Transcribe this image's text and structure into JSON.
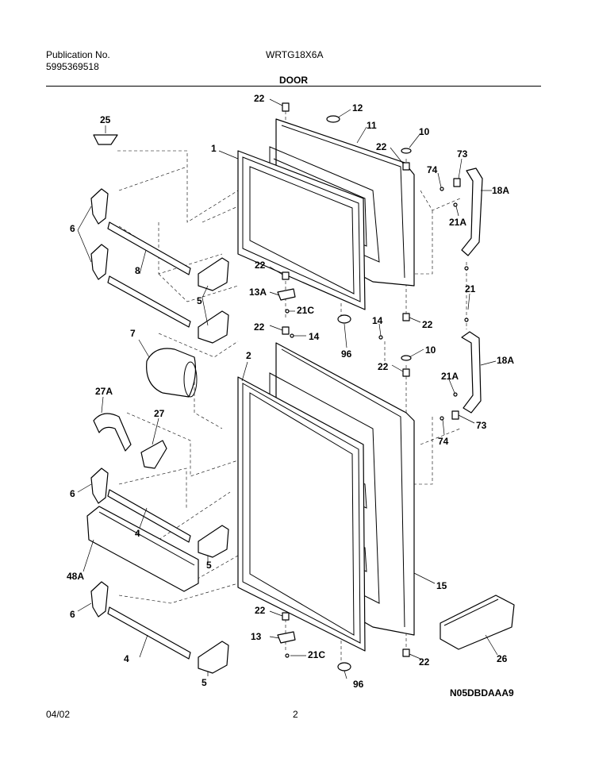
{
  "header": {
    "publication_label": "Publication No.",
    "publication_number": "5995369518",
    "model": "WRTG18X6A",
    "section": "DOOR"
  },
  "footer": {
    "date": "04/02",
    "page": "2",
    "diagram_code": "N05DBDAAA9"
  },
  "callouts": {
    "c25": "25",
    "c1": "1",
    "c22a": "22",
    "c12": "12",
    "c11": "11",
    "c10a": "10",
    "c22b": "22",
    "c73a": "73",
    "c74a": "74",
    "c18Aa": "18A",
    "c21Aa": "21A",
    "c6a": "6",
    "c8": "8",
    "c5a": "5",
    "c22c": "22",
    "c13A": "13A",
    "c21Ca": "21C",
    "c22d": "22",
    "c14a": "14",
    "c96a": "96",
    "c14b": "14",
    "c22e": "22",
    "c21": "21",
    "c7": "7",
    "c2": "2",
    "c10b": "10",
    "c22f": "22",
    "c18Ab": "18A",
    "c21Ab": "21A",
    "c27A": "27A",
    "c27": "27",
    "c73b": "73",
    "c74b": "74",
    "c6b": "6",
    "c4a": "4",
    "c5b": "5",
    "c48A": "48A",
    "c15": "15",
    "c6c": "6",
    "c22g": "22",
    "c13": "13",
    "c21Cb": "21C",
    "c4b": "4",
    "c26": "26",
    "c22h": "22",
    "c5c": "5",
    "c96b": "96"
  }
}
